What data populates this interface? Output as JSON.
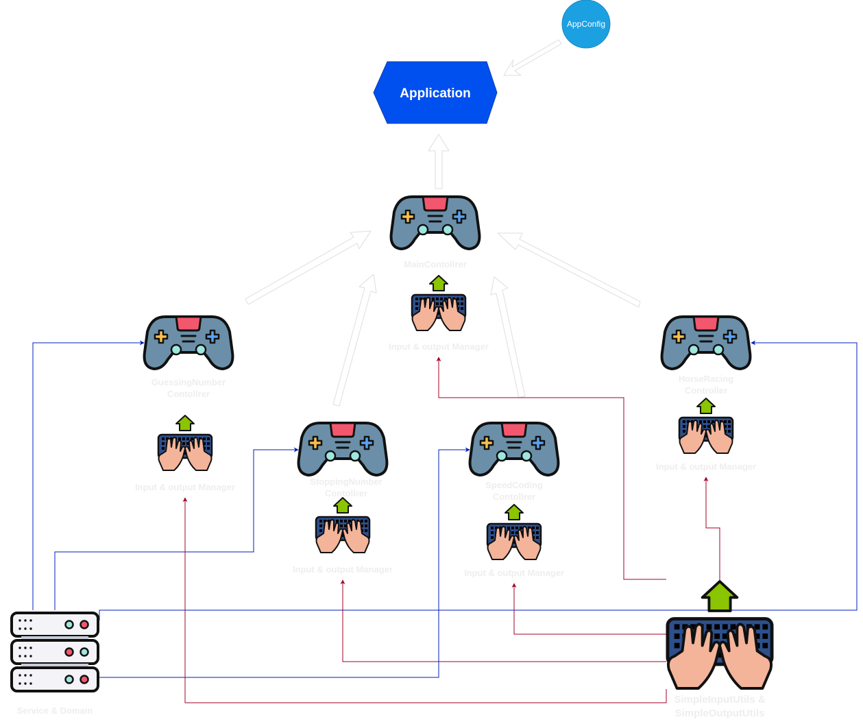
{
  "diagram": {
    "app_config": "AppConfig",
    "application": "Application",
    "main_controller": "MainContollrer",
    "guessing": [
      "GuessingNumber",
      "Contollrer"
    ],
    "stopping": [
      "StoppingNumber",
      "Contollrer"
    ],
    "speed": [
      "SpeedCoding",
      "Contollrer"
    ],
    "horse": [
      "HorseRacing",
      "Controller"
    ],
    "io_manager": "Input & output Manager",
    "service": "Service & Domain",
    "utils": [
      "SimpleInputUtils &",
      "SimpleOutputUtils"
    ]
  },
  "colors": {
    "app_config_fill": "#1ba1e2",
    "application_fill": "#0050ef",
    "blue_line": "#001dbc",
    "red_line": "#a20025",
    "label_text": "#eeeeee"
  }
}
